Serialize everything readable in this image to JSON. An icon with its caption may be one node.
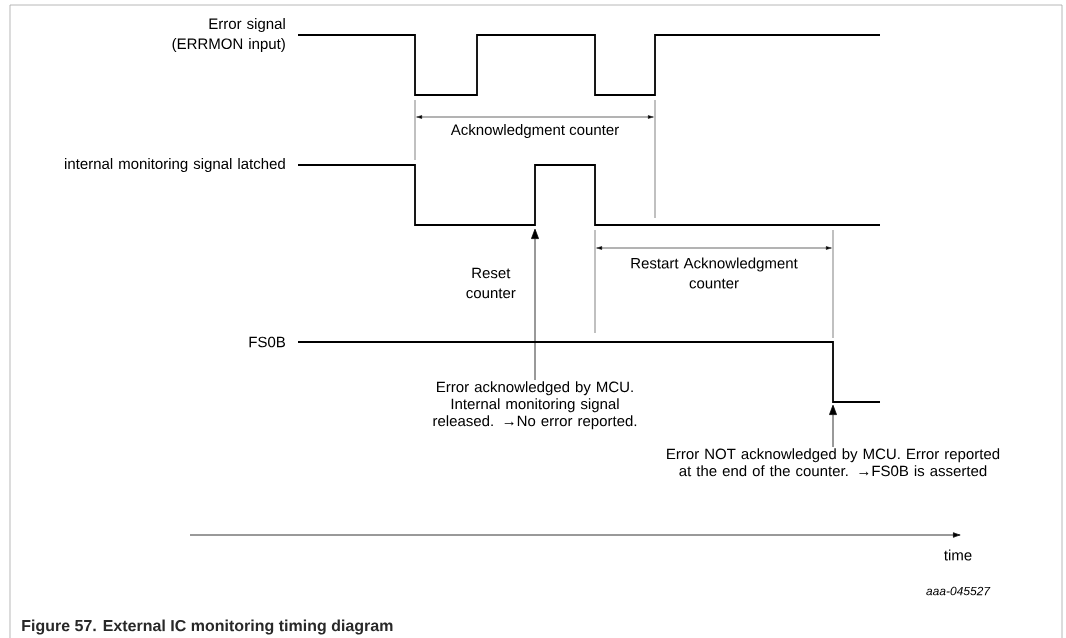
{
  "diagram": {
    "caption": "Figure 57.  External IC monitoring timing diagram",
    "nodes": [
      {
        "text": [
          "Error acknowledged by MCU. Internal monitoring signal released. →No error reported."
        ]
      },
      {
        "text": [
          "Error NOT acknowledged by MCU. Error reported at the end of the counter. →FS0B is asserted"
        ]
      }
    ],
    "edges": [
      {
        "from": 0,
        "to": null,
        "arrow": "to",
        "label": "Reset counter"
      },
      {
        "from": 1,
        "to": null,
        "arrow": "to"
      }
    ],
    "labels": [
      "Error signal (ERRMON input)",
      "Acknowledgment counter",
      "internal monitoring signal latched",
      "Restart Acknowledgment counter",
      "FS0B",
      "time",
      "aaa-045527"
    ]
  }
}
